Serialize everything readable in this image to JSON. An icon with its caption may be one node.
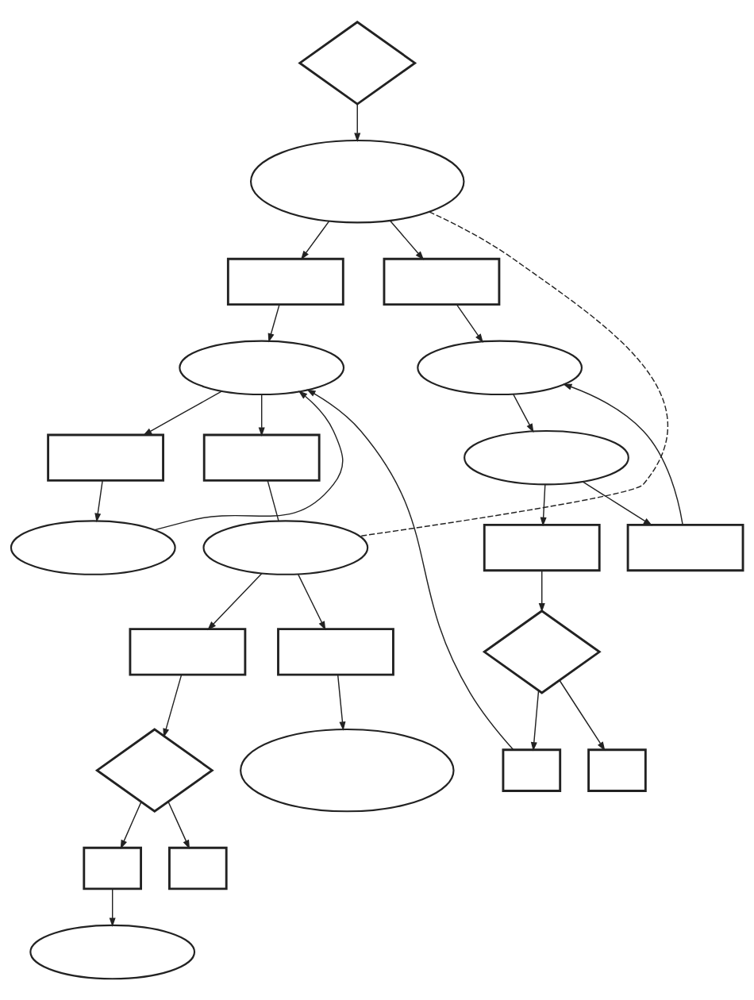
{
  "diagram": {
    "nodes": [
      {
        "text": [],
        "shape": "diamond"
      },
      {
        "text": [],
        "shape": "oval"
      },
      {
        "text": [],
        "shape": "box"
      },
      {
        "text": [],
        "shape": "box"
      },
      {
        "text": [],
        "shape": "oval"
      },
      {
        "text": [],
        "shape": "oval"
      },
      {
        "text": [],
        "shape": "box"
      },
      {
        "text": [],
        "shape": "box"
      },
      {
        "text": [],
        "shape": "oval"
      },
      {
        "text": [],
        "shape": "oval"
      },
      {
        "text": [],
        "shape": "oval"
      },
      {
        "text": [],
        "shape": "box"
      },
      {
        "text": [],
        "shape": "box"
      },
      {
        "text": [],
        "shape": "box"
      },
      {
        "text": [],
        "shape": "box"
      },
      {
        "text": [],
        "shape": "diamond"
      },
      {
        "text": [],
        "shape": "diamond"
      },
      {
        "text": [],
        "shape": "box"
      },
      {
        "text": [],
        "shape": "box"
      },
      {
        "text": [],
        "shape": "box"
      },
      {
        "text": [],
        "shape": "box"
      },
      {
        "text": [],
        "shape": "oval"
      },
      {
        "text": [],
        "shape": "oval"
      }
    ],
    "edges": [
      {
        "from": 0,
        "to": 1,
        "arrow": "to"
      },
      {
        "from": 1,
        "to": 2,
        "arrow": "to"
      },
      {
        "from": 1,
        "to": 3,
        "arrow": "to"
      },
      {
        "from": 1,
        "to": 10,
        "arrow": "none",
        "style": "dashed"
      },
      {
        "from": 2,
        "to": 4,
        "arrow": "to"
      },
      {
        "from": 3,
        "to": 5,
        "arrow": "to"
      },
      {
        "from": 4,
        "to": 6,
        "arrow": "to"
      },
      {
        "from": 4,
        "to": 7,
        "arrow": "to"
      },
      {
        "from": 6,
        "to": 9,
        "arrow": "to"
      },
      {
        "from": 7,
        "to": 10,
        "arrow": "none"
      },
      {
        "from": 9,
        "to": 4,
        "arrow": "to"
      },
      {
        "from": 17,
        "to": 4,
        "arrow": "to"
      },
      {
        "from": 5,
        "to": 8,
        "arrow": "to"
      },
      {
        "from": 8,
        "to": 11,
        "arrow": "to"
      },
      {
        "from": 8,
        "to": 12,
        "arrow": "to"
      },
      {
        "from": 12,
        "to": 5,
        "arrow": "to"
      },
      {
        "from": 11,
        "to": 15,
        "arrow": "to"
      },
      {
        "from": 15,
        "to": 17,
        "arrow": "to"
      },
      {
        "from": 15,
        "to": 18,
        "arrow": "to"
      },
      {
        "from": 10,
        "to": 13,
        "arrow": "to"
      },
      {
        "from": 10,
        "to": 14,
        "arrow": "to"
      },
      {
        "from": 13,
        "to": 16,
        "arrow": "to"
      },
      {
        "from": 16,
        "to": 19,
        "arrow": "to"
      },
      {
        "from": 16,
        "to": 20,
        "arrow": "to"
      },
      {
        "from": 14,
        "to": 21,
        "arrow": "to"
      },
      {
        "from": 19,
        "to": 22,
        "arrow": "to"
      }
    ]
  }
}
